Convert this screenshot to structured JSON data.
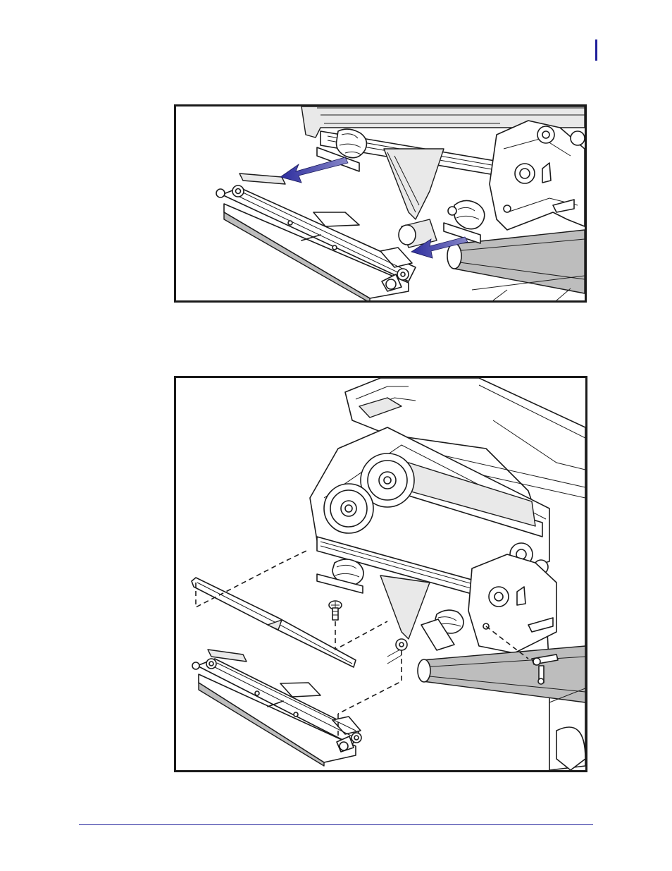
{
  "page": {
    "accent_color": "#1f1f9a",
    "figure_border_color": "#1a1a1a",
    "arrow_color": "#2a2a8c"
  },
  "figures": [
    {
      "id": "printhead-disconnect",
      "depicts": [
        "printhead",
        "printhead-cables",
        "arrow-left",
        "arrow-left"
      ]
    },
    {
      "id": "printhead-exploded-view",
      "depicts": [
        "printhead",
        "strip-plate",
        "screw",
        "pin",
        "mechanism-frame"
      ]
    }
  ]
}
